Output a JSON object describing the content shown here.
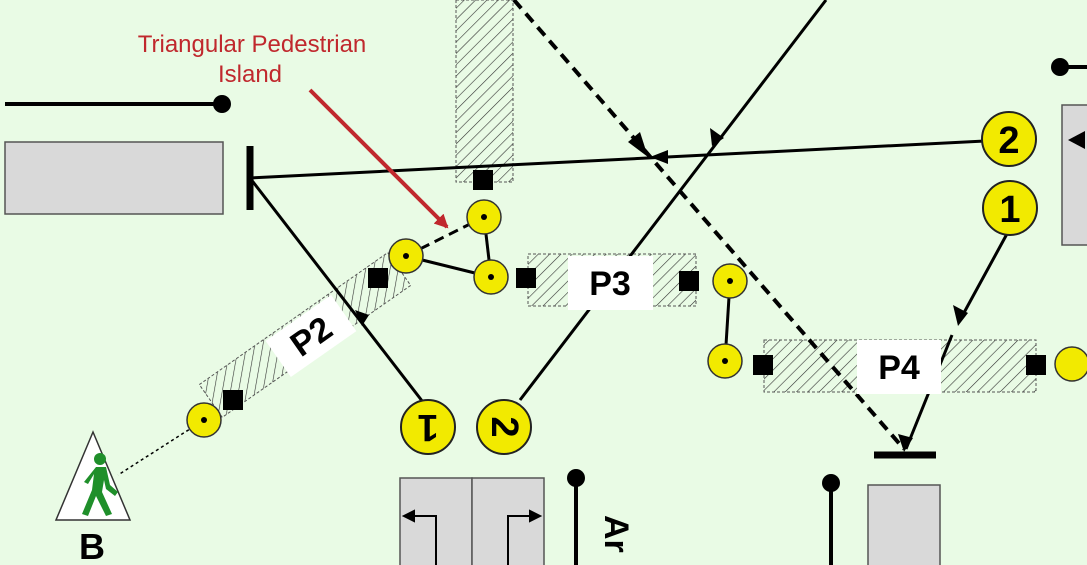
{
  "annotation": {
    "line1": "Triangular Pedestrian",
    "line2": "Island",
    "color": "#c0282d"
  },
  "crosswalks": {
    "p2": "P2",
    "p3": "P3",
    "p4": "P4"
  },
  "phases": {
    "left_1": "1",
    "left_2": "2",
    "right_2": "2",
    "right_1": "1"
  },
  "pedestrian": {
    "letter": "B",
    "icon": "walking-pedestrian-icon"
  },
  "road_label": "Ar",
  "colors": {
    "background": "#e9fbe5",
    "signal": "#f2ea00",
    "lane": "#d9d9d9",
    "line": "#000000"
  }
}
